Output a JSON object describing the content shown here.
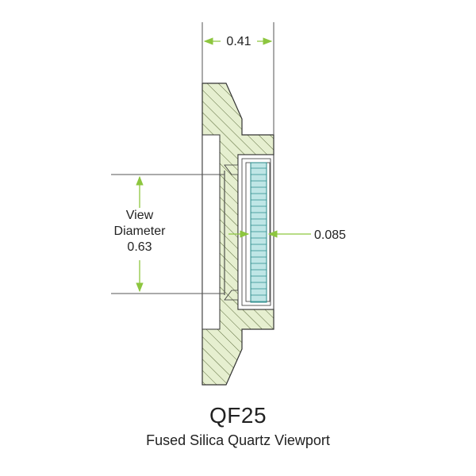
{
  "title": "QF25",
  "subtitle": "Fused Silica Quartz Viewport",
  "dimensions": {
    "width_top": "0.41",
    "view_label_line1": "View",
    "view_label_line2": "Diameter",
    "view_value": "0.63",
    "window_thickness": "0.085"
  },
  "colors": {
    "hatch_fill": "#e6efd0",
    "hatch_line": "#5a6a3a",
    "outline": "#333333",
    "window_fill": "#bfe6e6",
    "window_line": "#2a8a8a",
    "dimension_arrow": "#8dc63f",
    "dimension_line": "#555555"
  }
}
